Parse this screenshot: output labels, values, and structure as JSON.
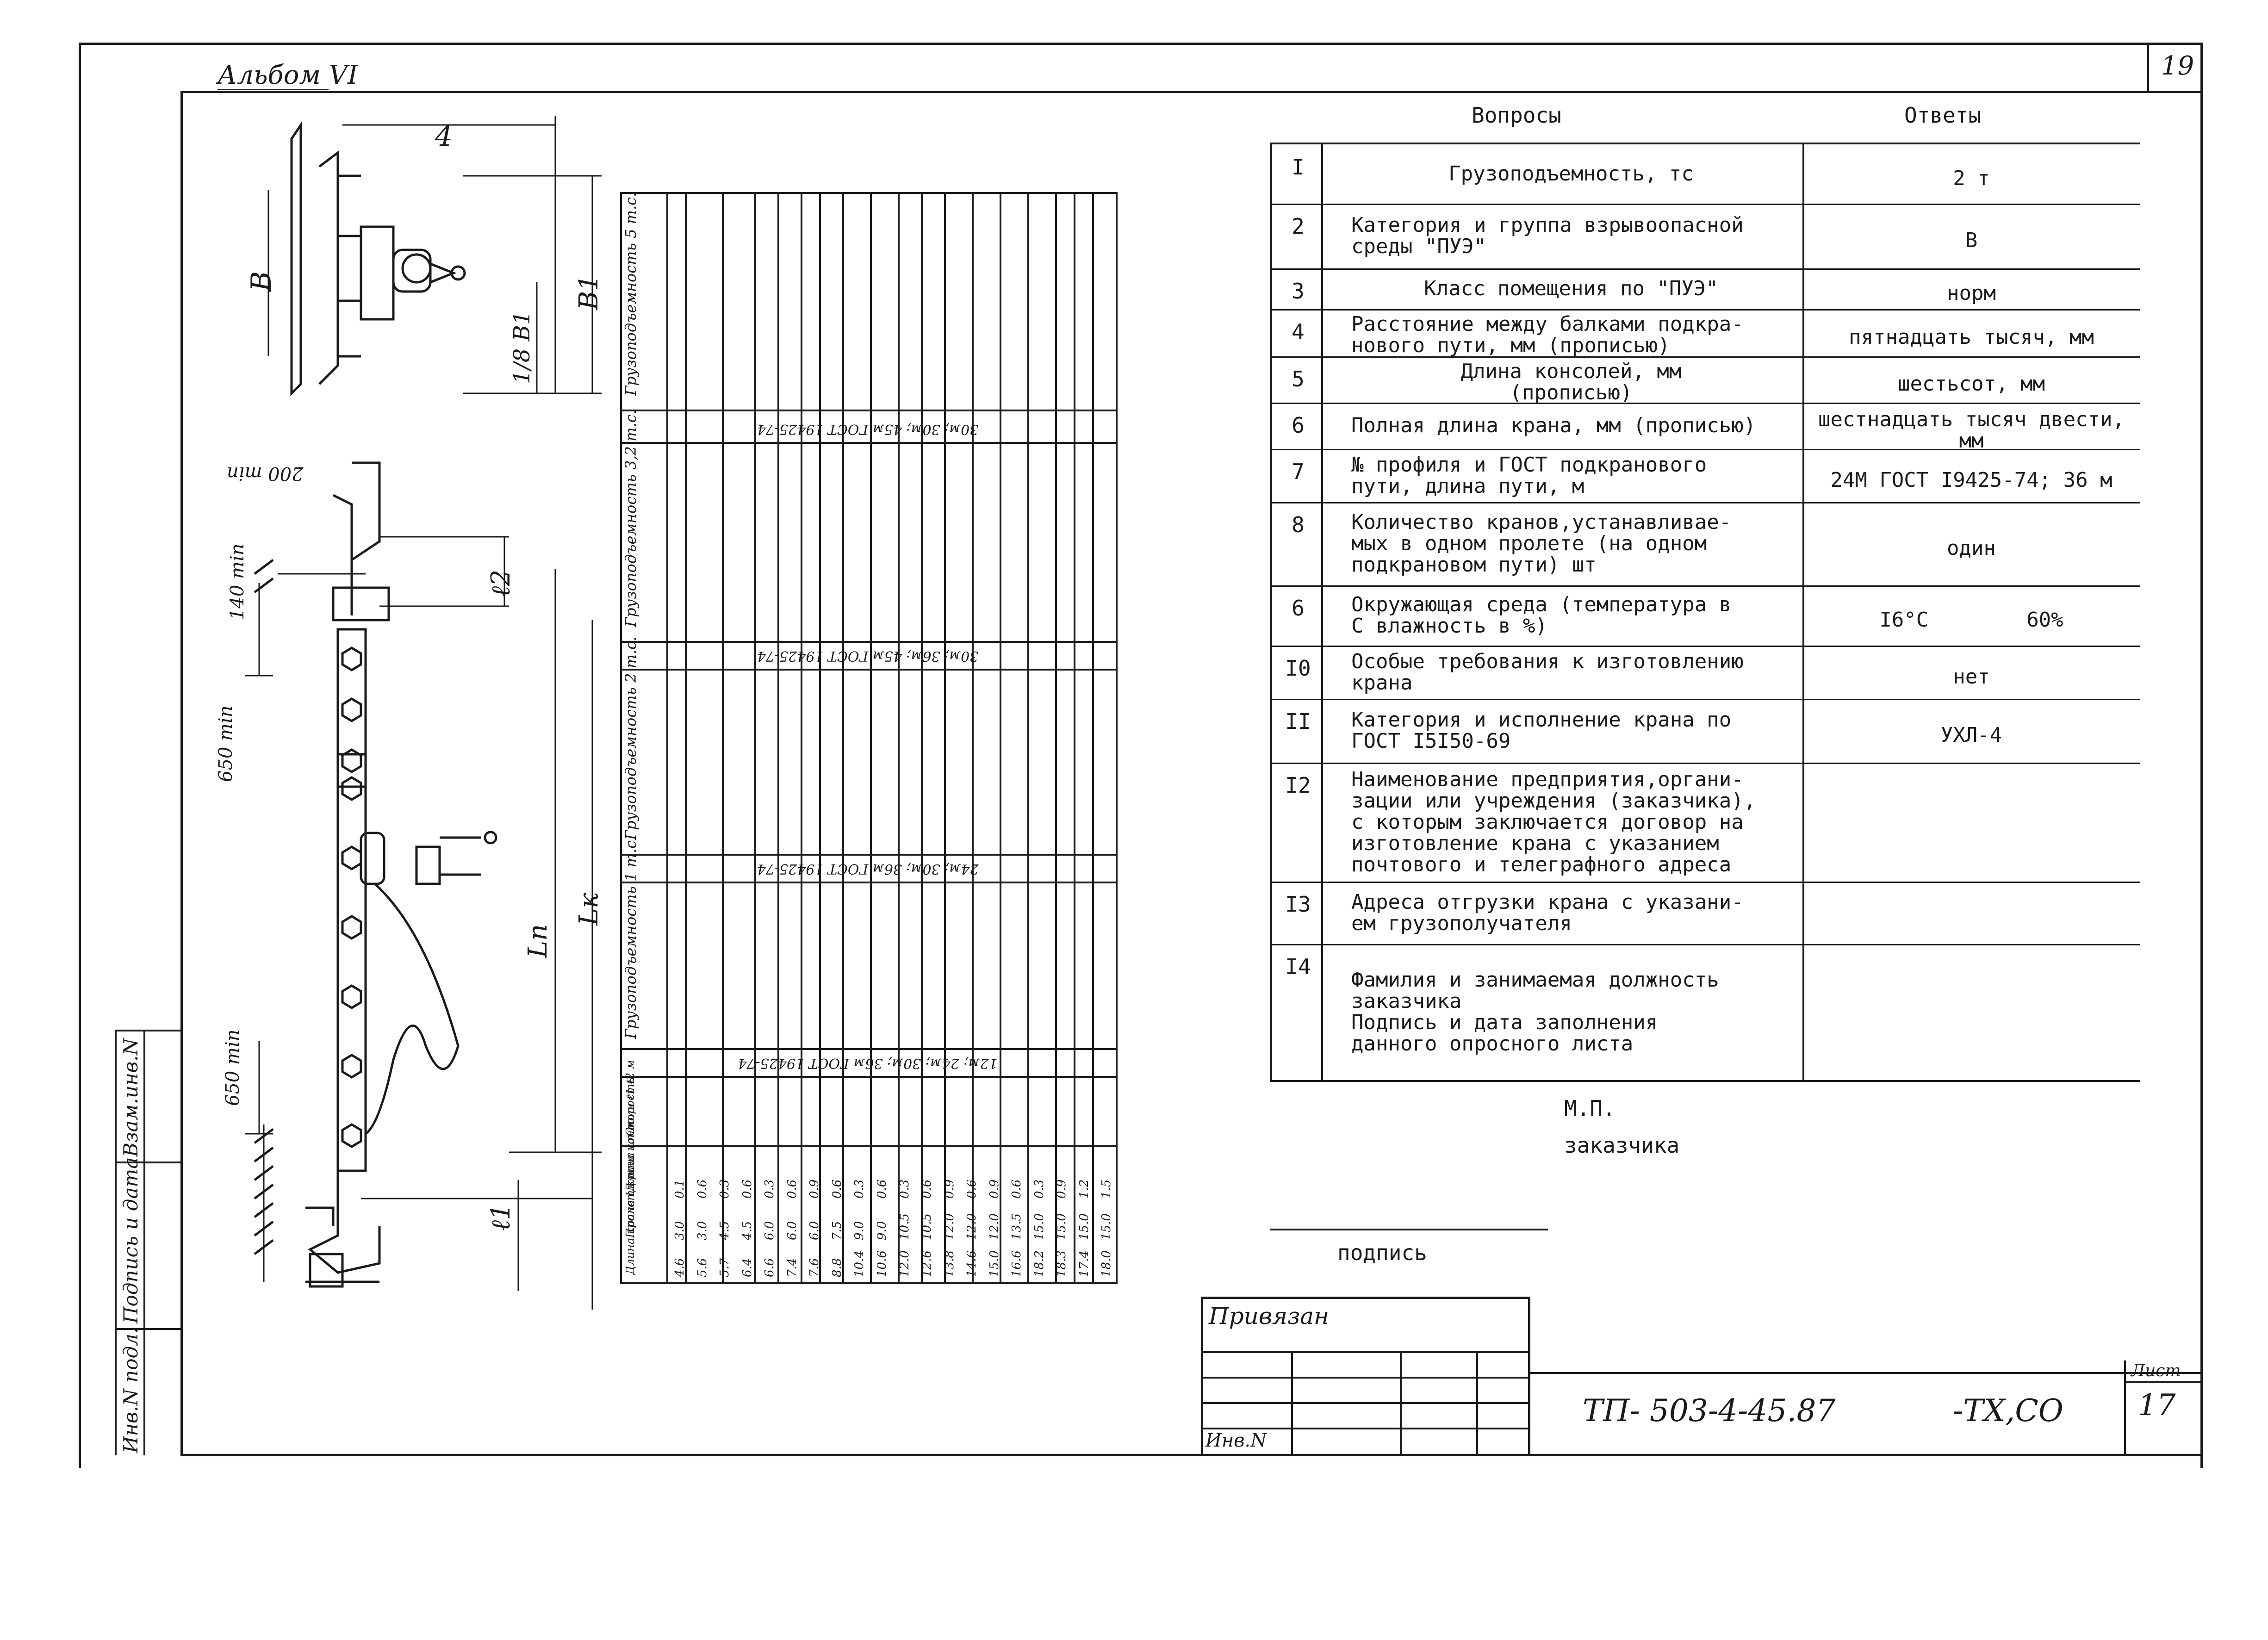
{
  "header": {
    "album_label": "Альбом VI",
    "sheet_top": "19"
  },
  "questionnaire": {
    "col_questions": "Вопросы",
    "col_answers": "Ответы",
    "rows": [
      {
        "num": "I",
        "question": "Грузоподъемность, тс",
        "answer": "2 т"
      },
      {
        "num": "2",
        "question": "Категория и группа взрывоопасной\nсреды \"ПУЭ\"",
        "answer": "В"
      },
      {
        "num": "3",
        "question": "Класс помещения по \"ПУЭ\"",
        "answer": "норм"
      },
      {
        "num": "4",
        "question": "Расстояние между балками подкра-\nнового пути, мм (прописью)",
        "answer": "пятнадцать тысяч, мм"
      },
      {
        "num": "5",
        "question": "Длина консолей, мм\n(прописью)",
        "answer": "шестьсот, мм"
      },
      {
        "num": "6",
        "question": "Полная длина крана, мм (прописью)",
        "answer": "шестнадцать тысяч двести,\nмм"
      },
      {
        "num": "7",
        "question": "№ профиля и ГОСТ подкранового\nпути, длина пути, м",
        "answer": "24М ГОСТ I9425-74; 36 м"
      },
      {
        "num": "8",
        "question": "Количество кранов,устанавливае-\nмых в одном пролете (на одном\nподкрановом пути) шт",
        "answer": "один"
      },
      {
        "num": "6",
        "question": "Окружающая среда (температура в\nС влажность в %)",
        "answer": "I6°C        60%"
      },
      {
        "num": "I0",
        "question": "Особые требования к изготовлению\nкрана",
        "answer": "нет"
      },
      {
        "num": "II",
        "question": "Категория и исполнение крана по\nГОСТ I5I50-69",
        "answer": "УХЛ-4"
      },
      {
        "num": "I2",
        "question": "Наименование предприятия,органи-\nзации или учреждения (заказчика),\nс которым заключается договор на\nизготовление крана с указанием\nпочтового и телеграфного адреса",
        "answer": ""
      },
      {
        "num": "I3",
        "question": "Адреса отгрузки крана с указани-\nем грузополучателя",
        "answer": ""
      },
      {
        "num": "I4",
        "question": "Фамилия и занимаемая должность\nзаказчика\nПодпись и дата заполнения\nданного опросного листа",
        "answer": ""
      }
    ]
  },
  "stamp_mp": "М.П.",
  "stamp_customer": "заказчика",
  "signature_label": "подпись",
  "title_block": {
    "privyazan": "Привязан",
    "inv_n": "Инв.N",
    "doc_code": "ТП- 503-4-45.87",
    "doc_suffix": "-ТХ,СО",
    "list_label": "Лист",
    "list_num": "17"
  },
  "side_stamp": [
    "Инв.N подл.",
    "Подпись и дата",
    "Взам.инв.N"
  ],
  "drawing_labels": {
    "dim_4": "4",
    "dim_b": "В",
    "dim_b1": "В1",
    "dim_1_8_b1": "1/8 В1",
    "dim_l2": "ℓ2",
    "dim_l1": "ℓ1",
    "dim_ln": "Lп",
    "dim_lk": "Lк",
    "min_200": "200 min",
    "min_140": "140 min",
    "min_650a": "650 min",
    "min_650b": "650 min"
  },
  "crane_table": {
    "groups": [
      "Грузоподъемность 5 т.с.",
      "Грузоподъемность 3,2 т.с.",
      "Грузоподъемность 2 т.с.",
      "Грузоподъемность 1 т.с."
    ],
    "gost_notes": [
      "30м; 30м; 45м ГОСТ 19425-74",
      "30м; 36м; 45м ГОСТ 19425-74",
      "24м; 30м; 36м ГОСТ 19425-74",
      "12м; 24м; 30м; 36м ГОСТ 19425-74"
    ],
    "left_header": [
      "Длина крана Lк м",
      "Пролет крана Lп м",
      "Длина консоли ℓ1 ℓ2 м",
      "Скорость"
    ],
    "lengths": [
      "4.6",
      "5.6",
      "5.7",
      "6.4",
      "6.6",
      "7.4",
      "7.6",
      "8.8",
      "10.4",
      "10.6",
      "12.0",
      "12.6",
      "13.8",
      "14.6",
      "15.0",
      "16.6",
      "18.2",
      "18.3",
      "17.4",
      "18.0"
    ],
    "spans": [
      "3.0",
      "3.0",
      "4.5",
      "4.5",
      "6.0",
      "6.0",
      "6.0",
      "7.5",
      "9.0",
      "9.0",
      "10.5",
      "10.5",
      "12.0",
      "12.0",
      "12.0",
      "13.5",
      "15.0",
      "15.0",
      "15.0",
      "15.0"
    ],
    "consoles": [
      "0.1",
      "0.6",
      "0.3",
      "0.6",
      "0.3",
      "0.6",
      "0.9",
      "0.6",
      "0.3",
      "0.6",
      "0.3",
      "0.6",
      "0.9",
      "0.6",
      "0.9",
      "0.6",
      "0.3",
      "0.9",
      "1.2",
      "1.5"
    ]
  }
}
